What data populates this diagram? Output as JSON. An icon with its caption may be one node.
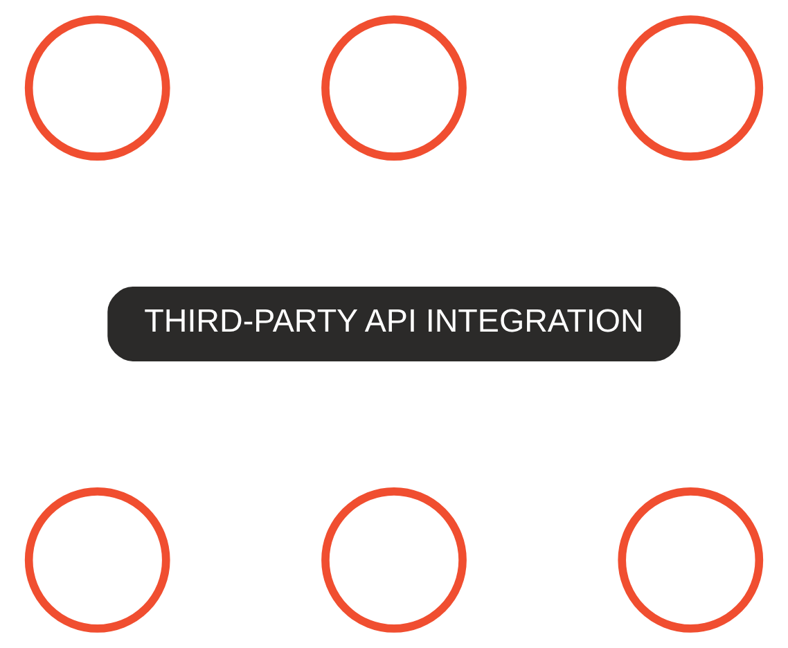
{
  "diagram": {
    "nodes": [
      {
        "text": [],
        "shape": "circle"
      },
      {
        "text": [],
        "shape": "circle"
      },
      {
        "text": [],
        "shape": "circle"
      },
      {
        "text": [
          "THIRD-PARTY API INTEGRATION"
        ]
      },
      {
        "text": [],
        "shape": "circle"
      },
      {
        "text": [],
        "shape": "circle"
      },
      {
        "text": [],
        "shape": "circle"
      }
    ],
    "edges": []
  }
}
